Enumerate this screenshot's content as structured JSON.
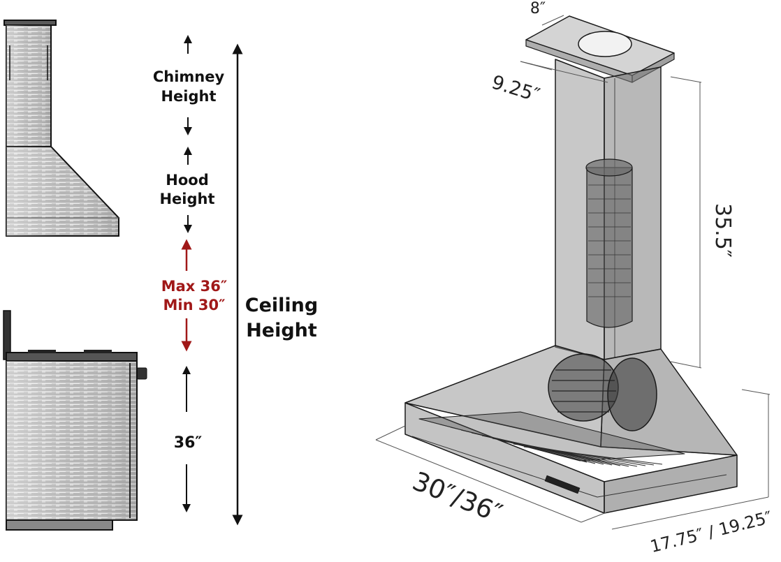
{
  "labels": {
    "chimney_line1": "Chimney",
    "chimney_line2": "Height",
    "hood_line1": "Hood",
    "hood_line2": "Height",
    "gap_max": "Max 36″",
    "gap_min": "Min 30″",
    "counter": "36″",
    "ceiling_line1": "Ceiling",
    "ceiling_line2": "Height"
  },
  "dimensions": {
    "duct_width": "8″",
    "chimney_depth": "9.25″",
    "chimney_height": "35.5″",
    "width": "30″/36″",
    "depth": "17.75″ / 19.25″"
  },
  "colors": {
    "accent_red": "#a01818",
    "line": "#111111"
  }
}
